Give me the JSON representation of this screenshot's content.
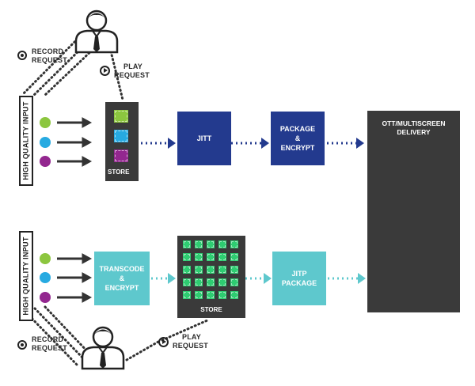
{
  "top": {
    "record_label_1": "RECORD",
    "record_label_2": "REQUEST",
    "play_label_1": "PLAY",
    "play_label_2": "REQUEST",
    "input_label": "HIGH QUALITY INPUT",
    "store_label": "STORE",
    "jitt_label": "JITT",
    "package_label": "PACKAGE\n&\nENCRYPT"
  },
  "bottom": {
    "record_label_1": "RECORD",
    "record_label_2": "REQUEST",
    "play_label_1": "PLAY",
    "play_label_2": "REQUEST",
    "input_label": "HIGH QUALITY INPUT",
    "transcode_label": "TRANSCODE\n&\nENCRYPT",
    "store_label": "STORE",
    "jitp_label": "JITP\nPACKAGE"
  },
  "delivery": {
    "title": "OTT/MULTISCREEN\nDELIVERY"
  },
  "colors": {
    "green": "#8cc63f",
    "cyan": "#27aae1",
    "purple": "#93278f",
    "navy": "#233a8e",
    "teal": "#5ec8cd",
    "dark": "#3a3a3a",
    "grid_green": "#2ecc71"
  },
  "icons": [
    "person-icon",
    "record-icon",
    "play-icon",
    "smartphone-icon",
    "tablet-touch-icon",
    "monitor-icon"
  ]
}
